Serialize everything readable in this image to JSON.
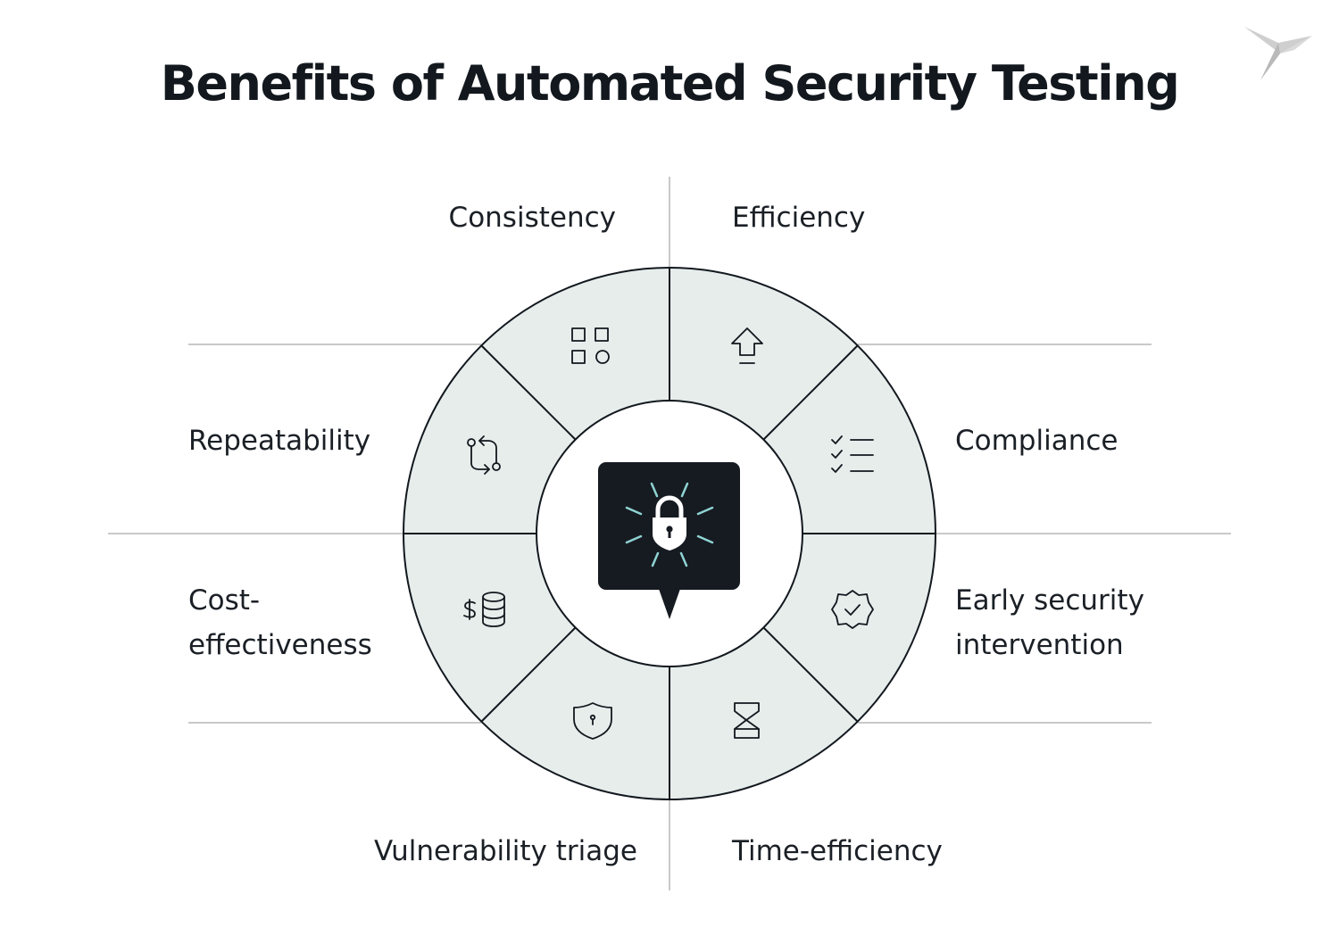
{
  "title": "Benefits of Automated Security Testing",
  "logo_icon": "bird-logo-icon",
  "center_icon": "padlock-icon",
  "colors": {
    "segment_fill": "#e6edeb",
    "stroke": "#12181e",
    "divider": "#c9c9c9",
    "center_box": "#161b21",
    "ray": "#8fd3d3",
    "logo": "#c4c4c4"
  },
  "benefits": [
    {
      "label": "Consistency",
      "icon": "shapes-grid-icon"
    },
    {
      "label": "Efficiency",
      "icon": "upload-arrow-icon"
    },
    {
      "label": "Compliance",
      "icon": "checklist-icon"
    },
    {
      "label_line1": "Early security",
      "label_line2": "intervention",
      "icon": "verified-badge-icon"
    },
    {
      "label": "Time-efficiency",
      "icon": "hourglass-icon"
    },
    {
      "label": "Vulnerability triage",
      "icon": "shield-keyhole-icon"
    },
    {
      "label_line1": "Cost-",
      "label_line2": "effectiveness",
      "icon": "dollar-database-icon"
    },
    {
      "label": "Repeatability",
      "icon": "pull-request-icon"
    }
  ]
}
